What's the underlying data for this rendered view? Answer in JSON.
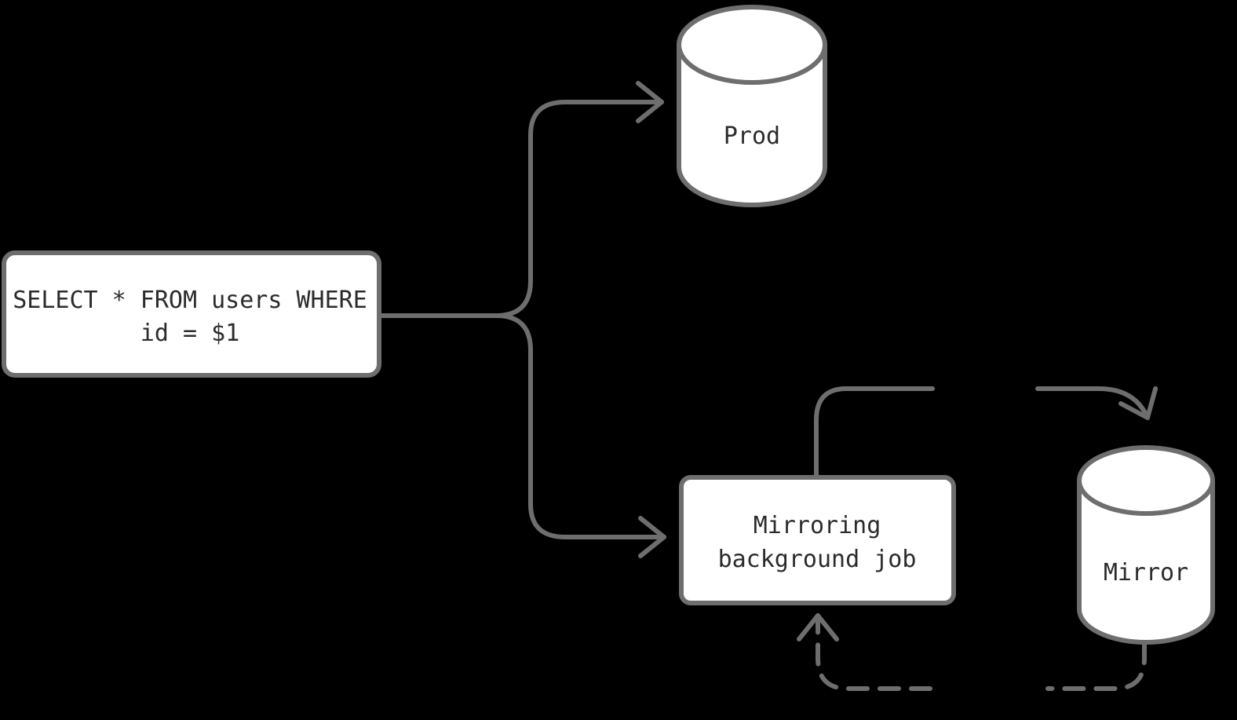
{
  "colors": {
    "background": "#000000",
    "node_fill": "#ffffff",
    "stroke": "#6e6e6e",
    "text": "#2b2b2b"
  },
  "nodes": {
    "query": {
      "line1": "SELECT * FROM users WHERE",
      "line2": "id = $1"
    },
    "prod": {
      "label": "Prod"
    },
    "job": {
      "line1": "Mirroring",
      "line2": "background job"
    },
    "mirror": {
      "label": "Mirror"
    }
  }
}
